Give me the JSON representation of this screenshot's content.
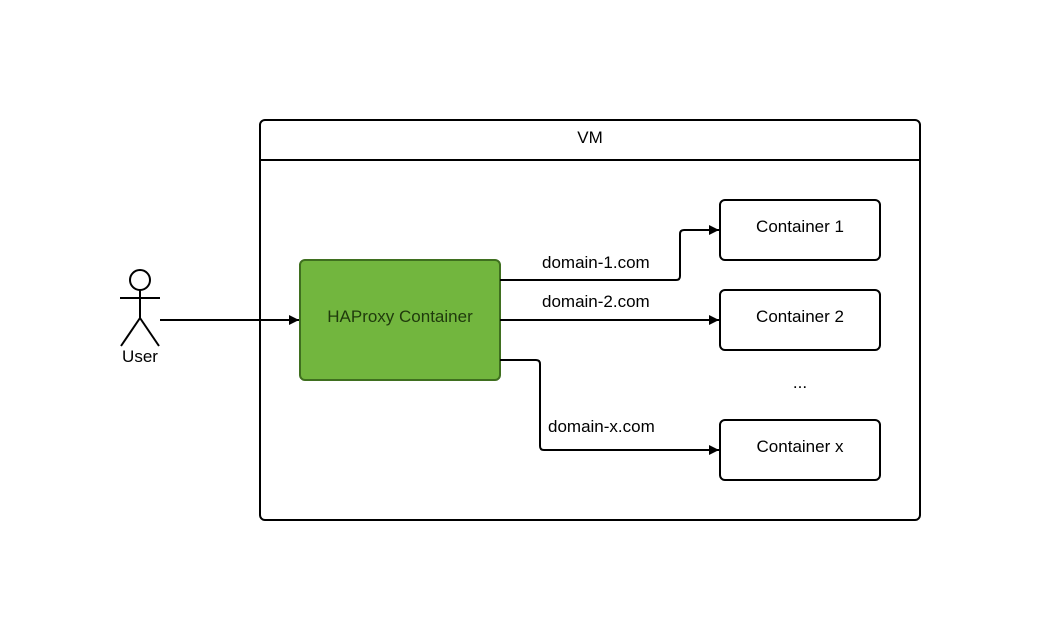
{
  "vm": {
    "title": "VM"
  },
  "user": {
    "label": "User"
  },
  "haproxy": {
    "label": "HAProxy Container",
    "fill": "#72b63e",
    "stroke": "#3f6f1f",
    "text_color": "#1f3a0c"
  },
  "containers": [
    {
      "label": "Container 1"
    },
    {
      "label": "Container 2"
    },
    {
      "label": "Container x"
    }
  ],
  "ellipsis": "...",
  "routes": [
    {
      "label": "domain-1.com"
    },
    {
      "label": "domain-2.com"
    },
    {
      "label": "domain-x.com"
    }
  ]
}
